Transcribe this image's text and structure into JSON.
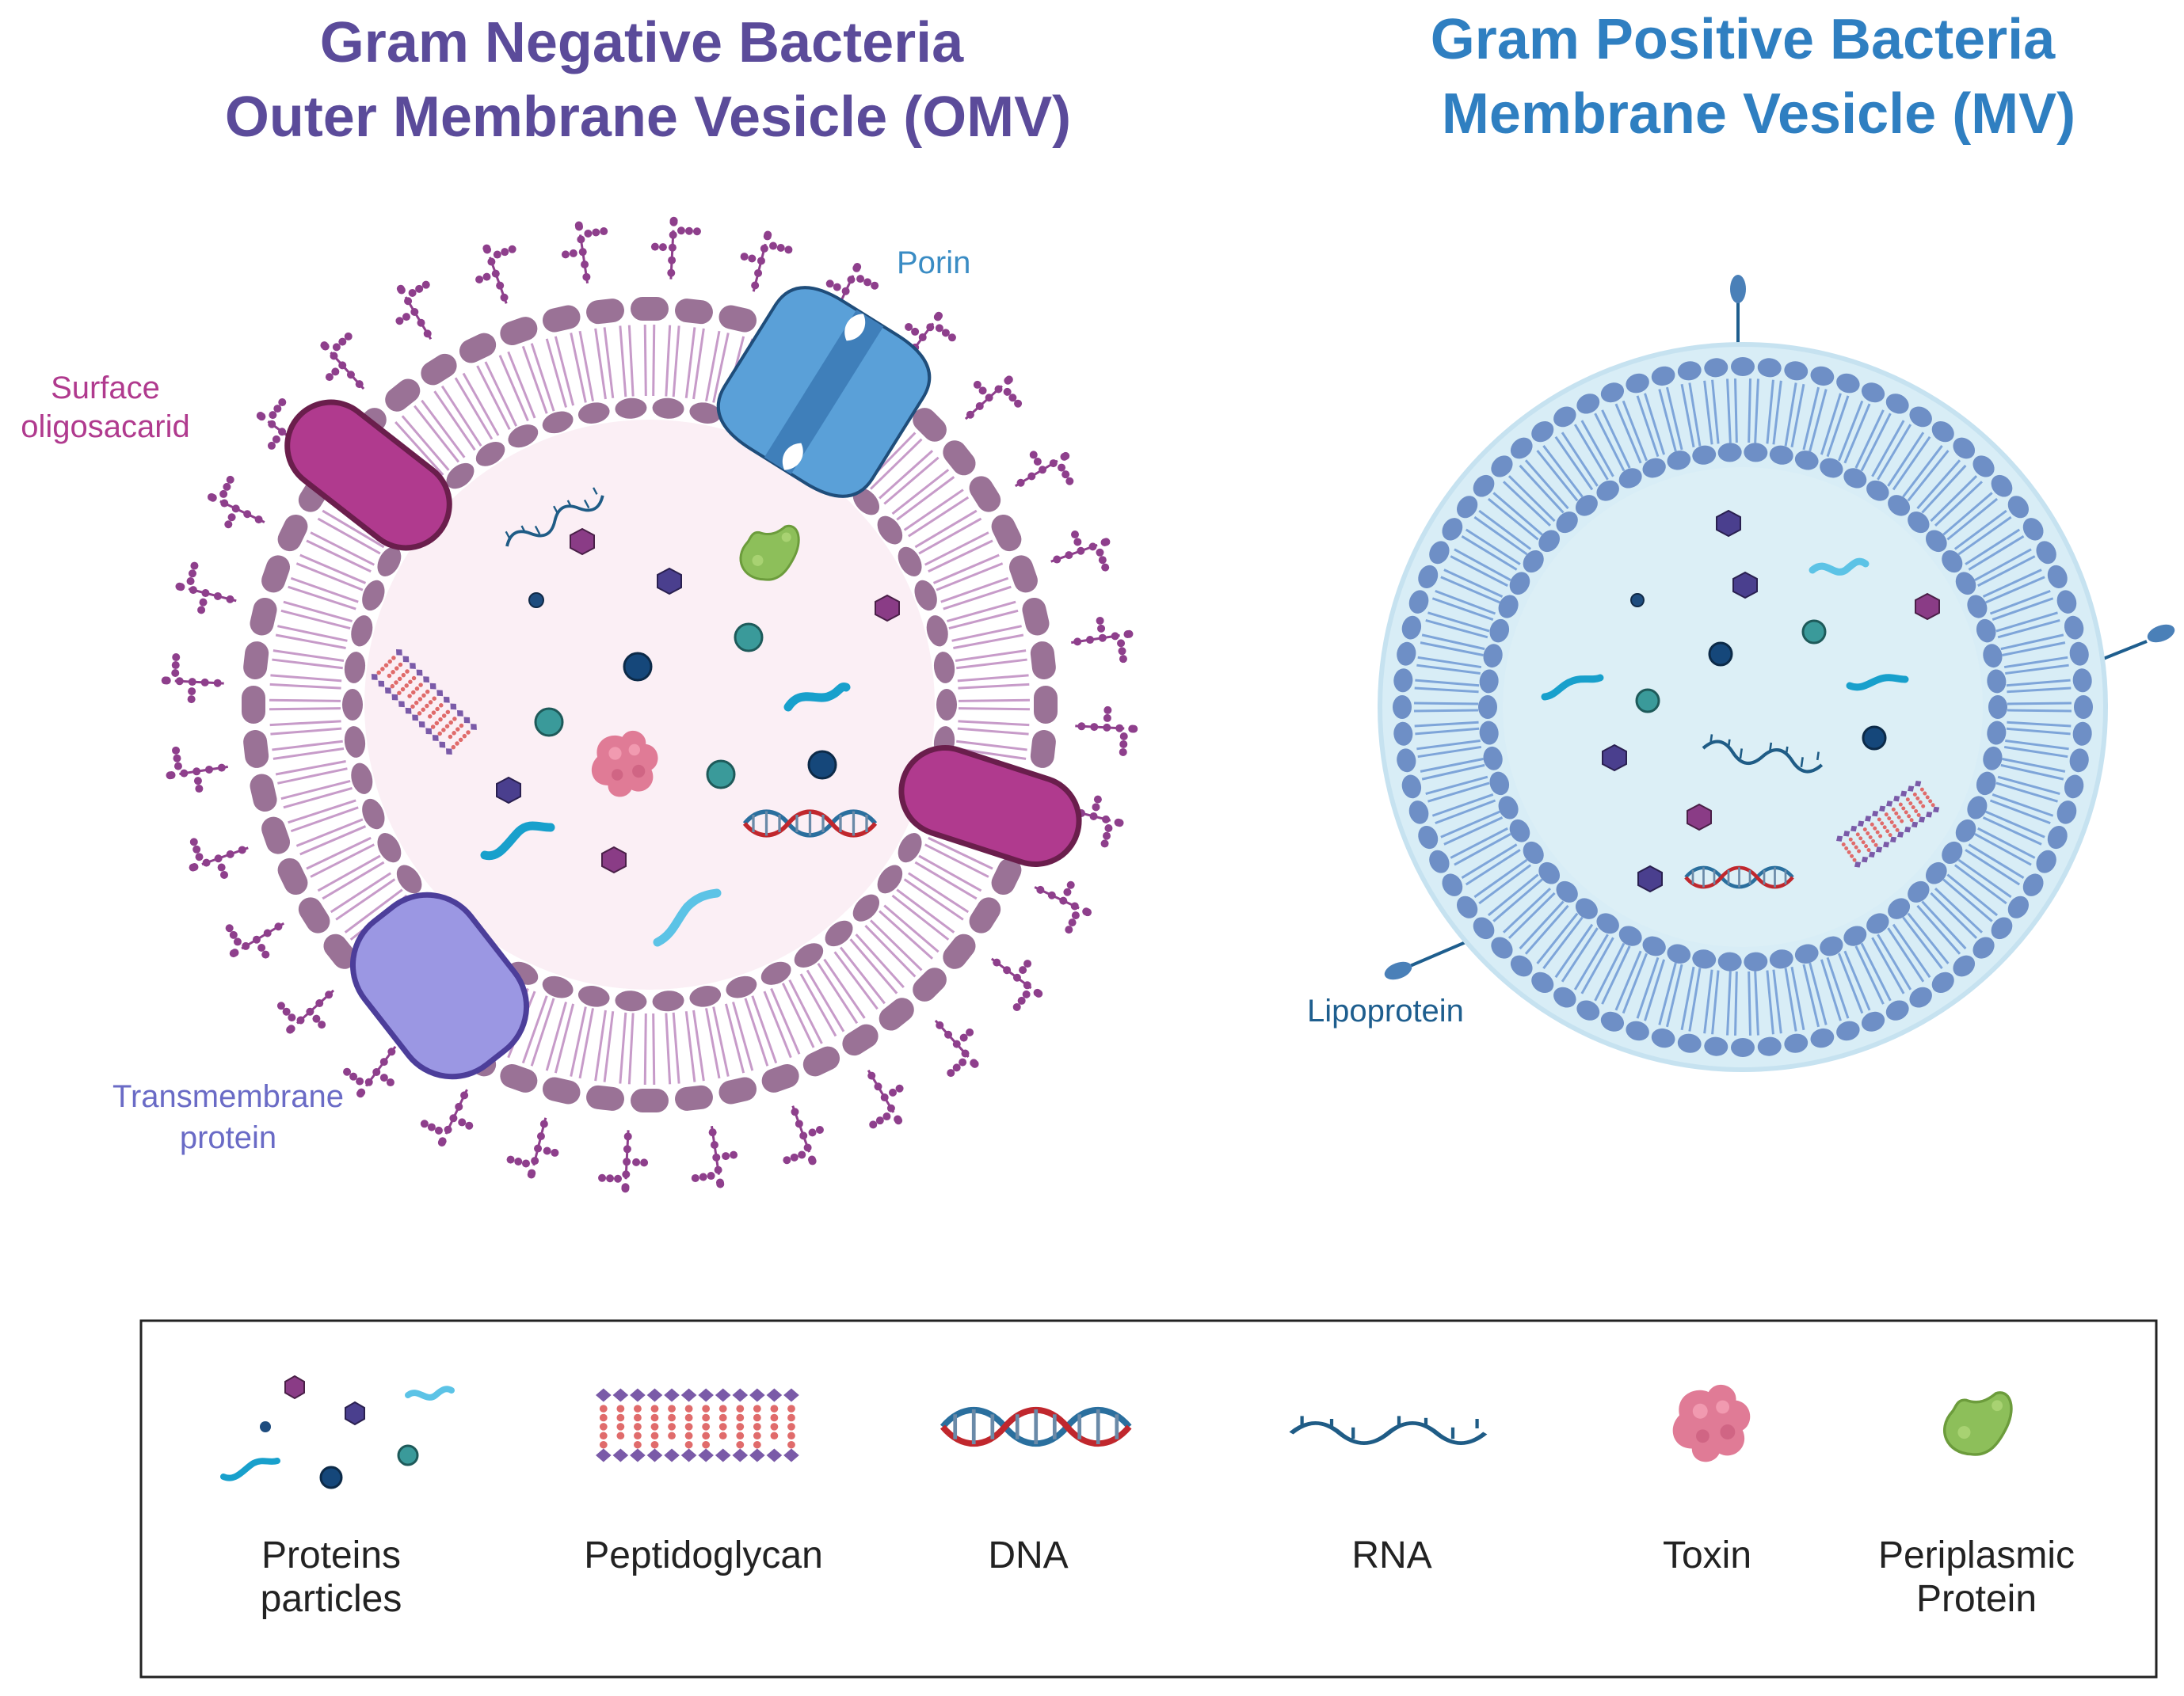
{
  "titles": {
    "omv_line1": "Gram Negative Bacteria",
    "omv_line2": "Outer Membrane Vesicle (OMV)",
    "mv_line1": "Gram Positive Bacteria",
    "mv_line2": "Membrane Vesicle (MV)"
  },
  "labels": {
    "porin": "Porin",
    "surface_line1": "Surface",
    "surface_line2": "oligosacarid",
    "transmembrane_line1": "Transmembrane",
    "transmembrane_line2": "protein",
    "lipoprotein": "Lipoprotein"
  },
  "legend": {
    "proteins_line1": "Proteins",
    "proteins_line2": "particles",
    "peptidoglycan": "Peptidoglycan",
    "dna": "DNA",
    "rna": "RNA",
    "toxin": "Toxin",
    "periplasmic_line1": "Periplasmic",
    "periplasmic_line2": "Protein"
  },
  "colors": {
    "omv_title": "#5b4b9a",
    "mv_title": "#2f7fc1",
    "omv_membrane": "#9a7296",
    "omv_lumen": "#fbeff5",
    "omv_tails": "#c79bc9",
    "lps": "#8e3f8c",
    "mv_head": "#6e8fc6",
    "mv_lumen": "#dceff6",
    "mv_tails": "#7ea5d9",
    "surface_protein": "#b03a8e",
    "porin": "#5aa0d8",
    "transmembrane": "#9b97e3",
    "porin_label": "#3a8cc4",
    "surface_label": "#b03a8e",
    "transmembrane_label": "#6a6bc6",
    "lipoprotein_label": "#1e5e8e"
  }
}
